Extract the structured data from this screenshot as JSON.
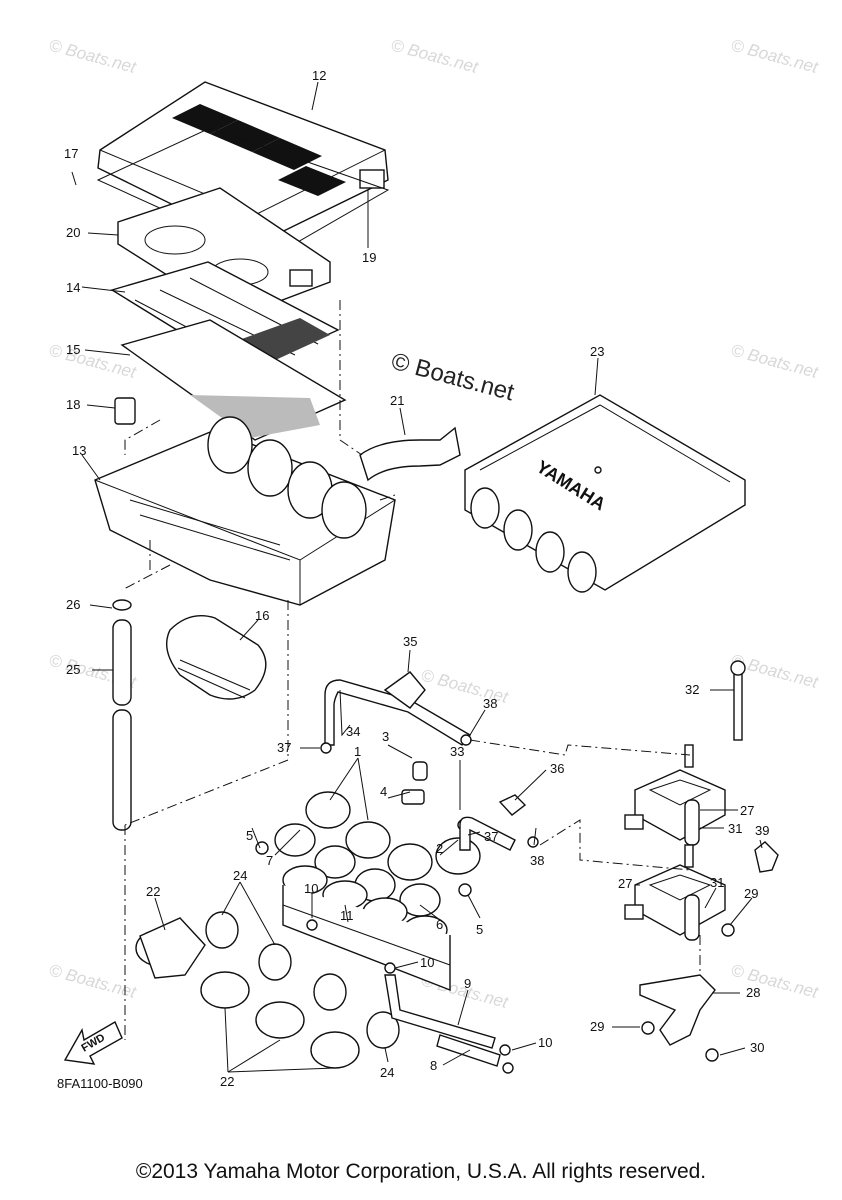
{
  "watermark": {
    "small": "© Boats.net",
    "center": "© Boats.net"
  },
  "diagram_code": "8FA1100-B090",
  "fwd_label": "FWD",
  "brand_text": "YAMAHA",
  "copyright": "©2013 Yamaha Motor Corporation, U.S.A. All rights reserved.",
  "callouts": [
    "12",
    "17",
    "20",
    "19",
    "14",
    "15",
    "18",
    "13",
    "21",
    "23",
    "26",
    "16",
    "25",
    "35",
    "38",
    "32",
    "34",
    "37",
    "3",
    "33",
    "1",
    "4",
    "36",
    "27",
    "39",
    "5",
    "2",
    "7",
    "37",
    "31",
    "38",
    "22",
    "24",
    "10",
    "11",
    "6",
    "27",
    "31",
    "5",
    "29",
    "10",
    "9",
    "28",
    "29",
    "10",
    "8",
    "30",
    "22",
    "24"
  ]
}
